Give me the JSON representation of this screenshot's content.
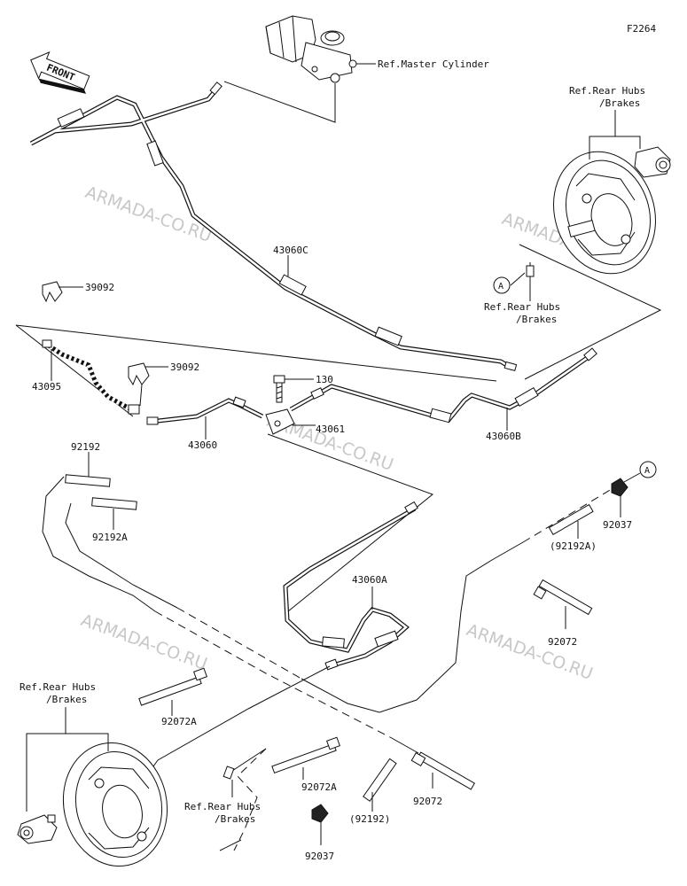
{
  "figure_code": "F2264",
  "watermark": "ARMADA-CO.RU",
  "front_label": "FRONT",
  "labels": {
    "ref_master_cylinder": "Ref.Master Cylinder",
    "ref_rear_hubs_top_1": "Ref.Rear Hubs",
    "ref_rear_hubs_top_2": "/Brakes",
    "ref_rear_hubs_a_1": "Ref.Rear Hubs",
    "ref_rear_hubs_a_2": "/Brakes",
    "ref_rear_hubs_left_1": "Ref.Rear Hubs",
    "ref_rear_hubs_left_2": "/Brakes",
    "ref_rear_hubs_bottom_1": "Ref.Rear Hubs",
    "ref_rear_hubs_bottom_2": "/Brakes"
  },
  "callout": "A",
  "parts": {
    "p43060C": "43060C",
    "p39092_top": "39092",
    "p39092_mid": "39092",
    "p43095": "43095",
    "p130": "130",
    "p43061": "43061",
    "p43060": "43060",
    "p43060B": "43060B",
    "p92192": "92192",
    "p92192A": "92192A",
    "p92037_right": "92037",
    "p92192A_paren": "(92192A)",
    "p43060A": "43060A",
    "p92072_right": "92072",
    "p92072A_left": "92072A",
    "p92072A_mid": "92072A",
    "p92072_bottom": "92072",
    "p92192_paren": "(92192)",
    "p92037_bottom": "92037"
  }
}
